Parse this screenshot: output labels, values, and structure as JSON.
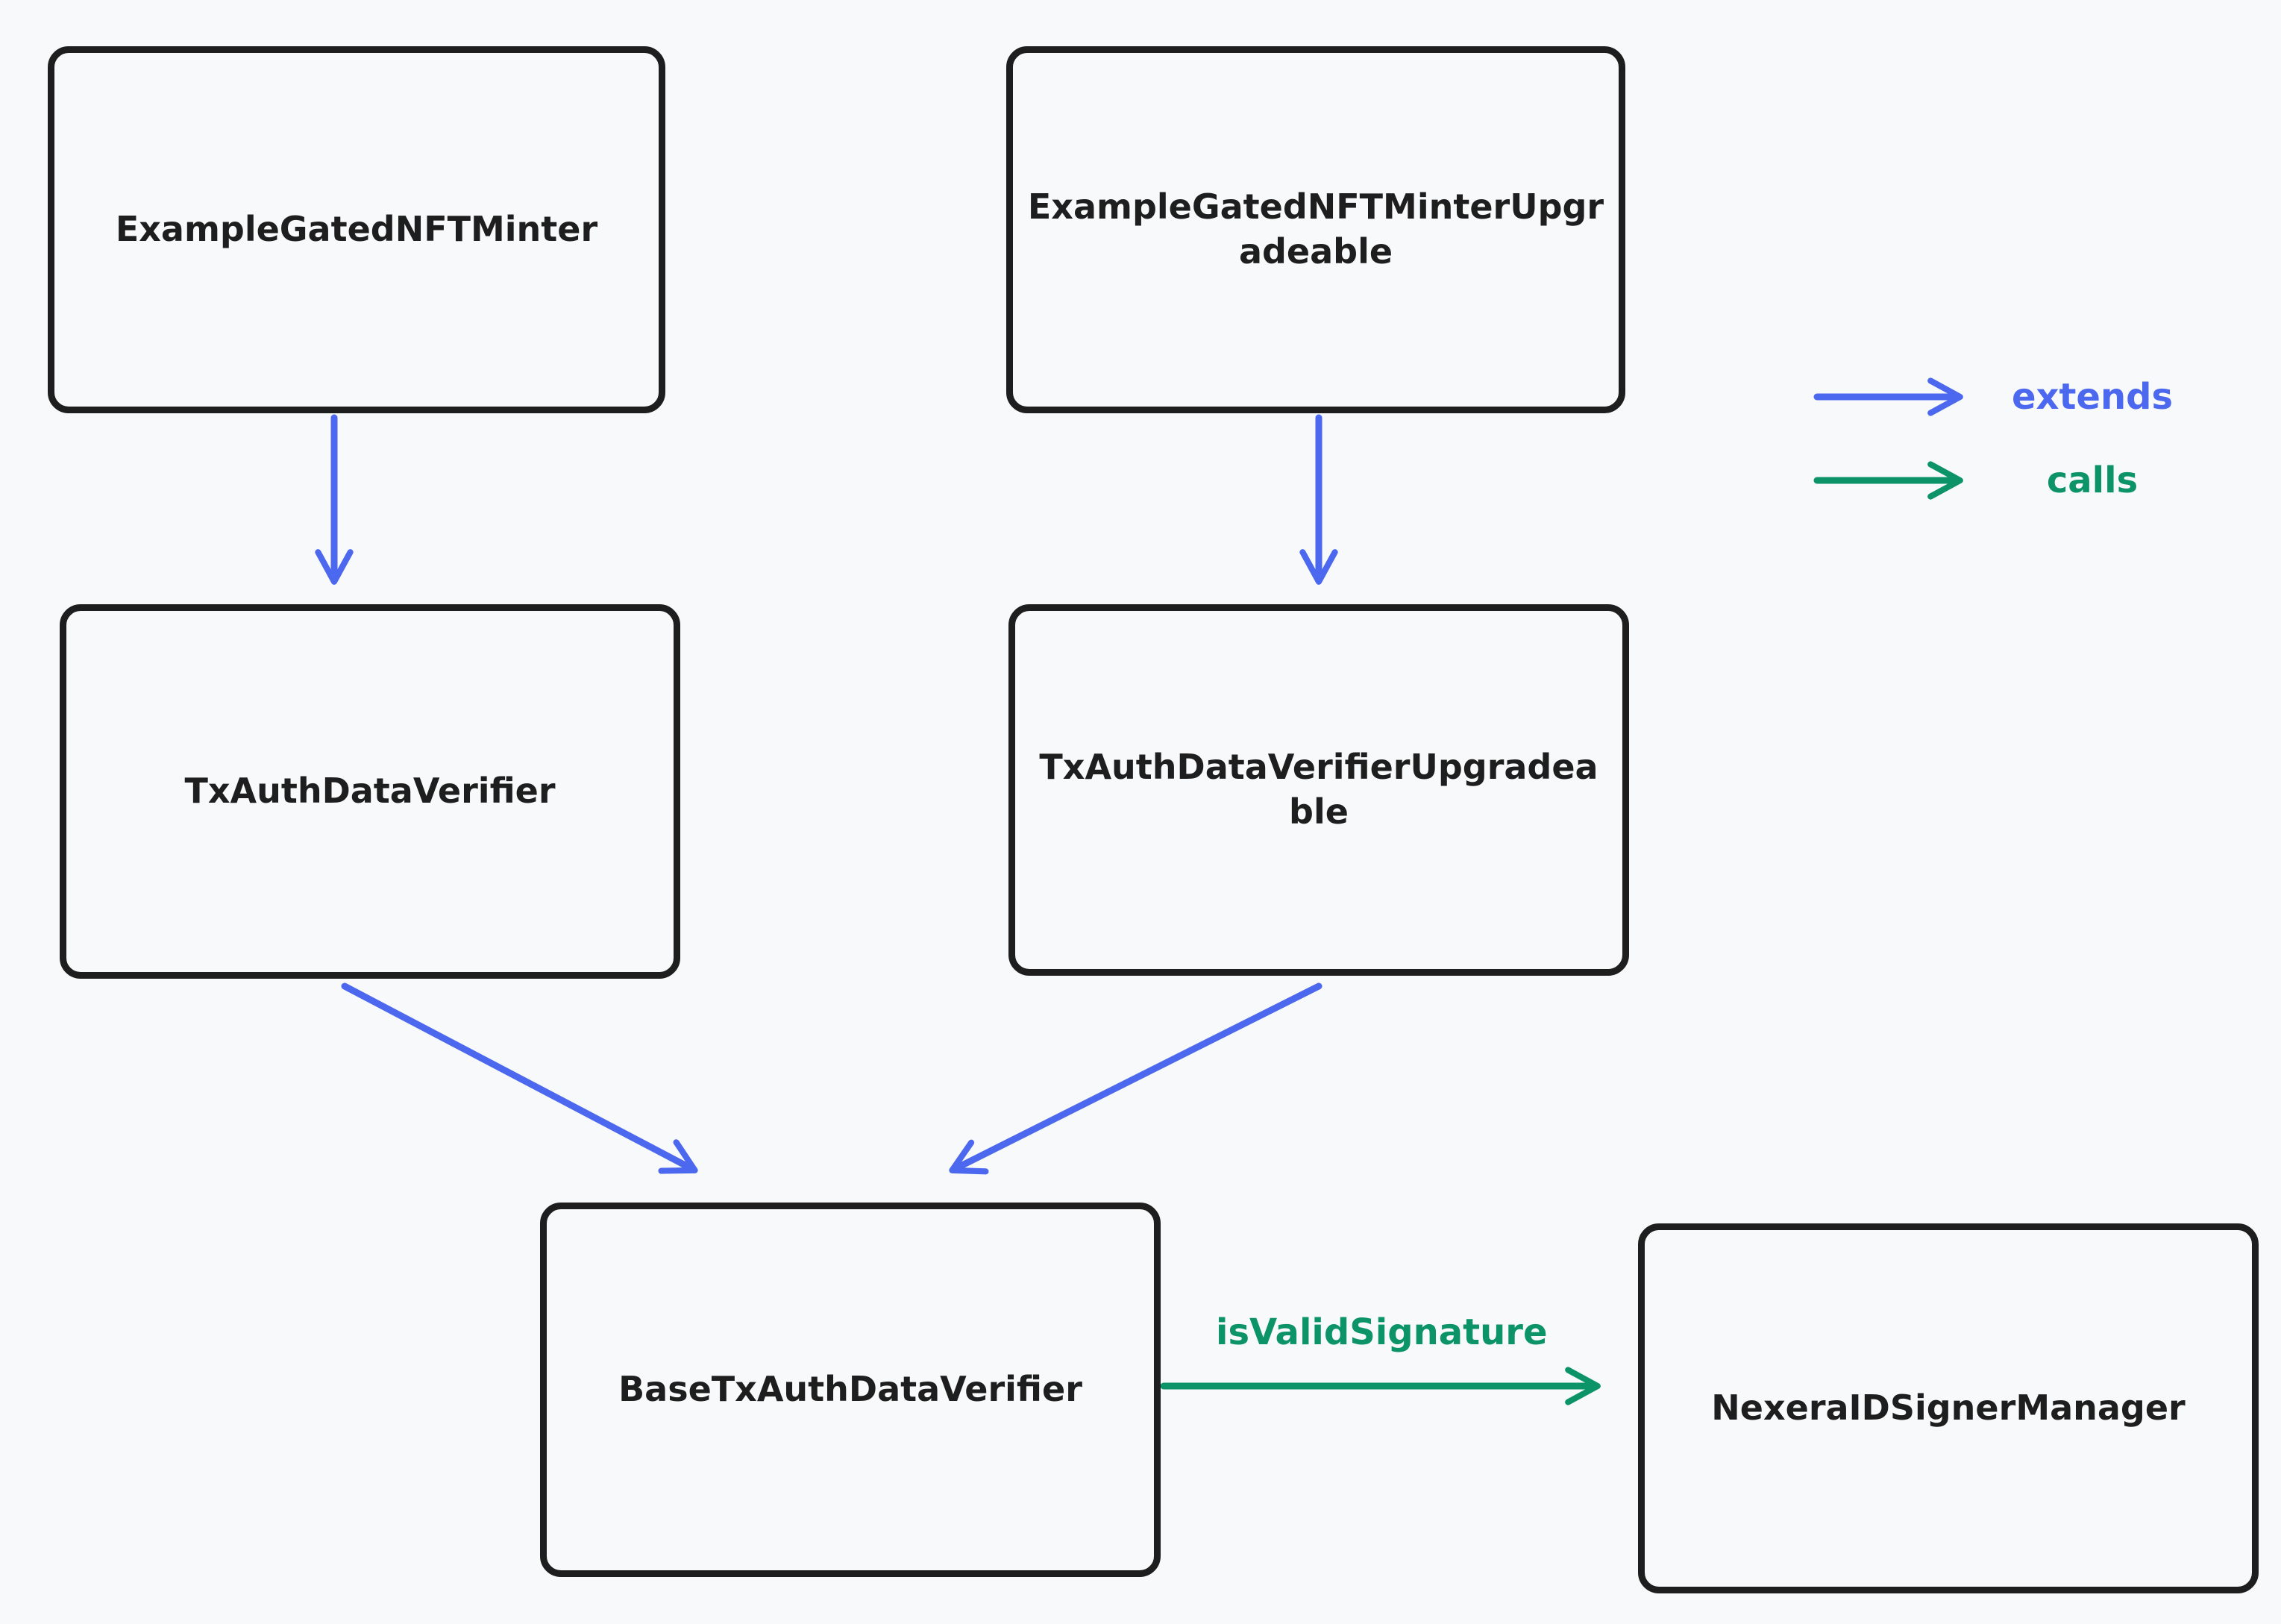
{
  "diagram": {
    "nodes": [
      {
        "id": "example-gated-nft-minter",
        "label": "ExampleGatedNFTMinter"
      },
      {
        "id": "example-gated-nft-minter-upgradeable",
        "label": "ExampleGatedNFTMinterUpgradeable"
      },
      {
        "id": "tx-auth-data-verifier",
        "label": "TxAuthDataVerifier"
      },
      {
        "id": "tx-auth-data-verifier-upgradeable",
        "label": "TxAuthDataVerifierUpgradeable"
      },
      {
        "id": "base-tx-auth-data-verifier",
        "label": "BaseTxAuthDataVerifier"
      },
      {
        "id": "nexera-id-signer-manager",
        "label": "NexeraIDSignerManager"
      }
    ],
    "edges": [
      {
        "from": "ExampleGatedNFTMinter",
        "to": "TxAuthDataVerifier",
        "type": "extends"
      },
      {
        "from": "ExampleGatedNFTMinterUpgradeable",
        "to": "TxAuthDataVerifierUpgradeable",
        "type": "extends"
      },
      {
        "from": "TxAuthDataVerifier",
        "to": "BaseTxAuthDataVerifier",
        "type": "extends"
      },
      {
        "from": "TxAuthDataVerifierUpgradeable",
        "to": "BaseTxAuthDataVerifier",
        "type": "extends"
      },
      {
        "from": "BaseTxAuthDataVerifier",
        "to": "NexeraIDSignerManager",
        "type": "calls",
        "label": "isValidSignature"
      }
    ],
    "legend": {
      "items": [
        {
          "label": "extends",
          "color": "#4b68ee"
        },
        {
          "label": "calls",
          "color": "#0c9468"
        }
      ]
    },
    "colors": {
      "extends_arrow": "#4b68ee",
      "calls_arrow": "#0c9468",
      "node_border": "#1e1e1e",
      "node_text": "#1e1e1e",
      "background": "#f8f9fa"
    }
  }
}
